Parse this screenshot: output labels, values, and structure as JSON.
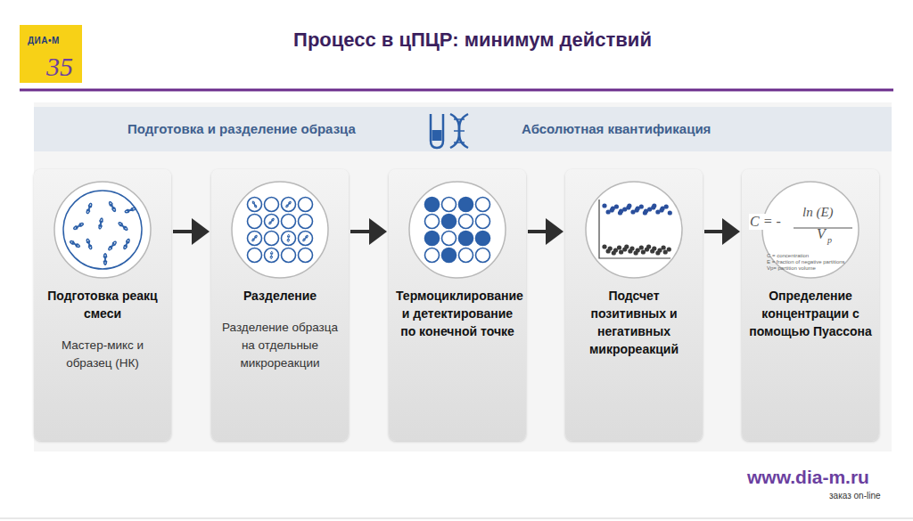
{
  "diagram": {
    "title": "Процесс в цПЦР: минимум действий",
    "nodes": [
      {
        "text": [
          "Подготовка реакц смеси",
          "Мастер-микс и образец (НК)"
        ]
      },
      {
        "text": [
          "Разделение",
          "Разделение образца на отдельные микрореакции"
        ]
      },
      {
        "text": [
          "Термоциклирование и детектирование по конечной точке"
        ]
      },
      {
        "text": [
          "Подсчет позитивных и негативных микрореакций"
        ]
      },
      {
        "text": [
          "Определение концентрации с помощью Пуассона"
        ]
      }
    ],
    "edges": [
      {
        "from": 0,
        "to": 1,
        "arrow": "to"
      },
      {
        "from": 1,
        "to": 2,
        "arrow": "to"
      },
      {
        "from": 2,
        "to": 3,
        "arrow": "to"
      },
      {
        "from": 3,
        "to": 4,
        "arrow": "to"
      }
    ],
    "labels": [
      "ДИА•М",
      "35",
      "Подготовка и разделение образца",
      "Абсолютная квантификация",
      "C = -",
      "ln (E)",
      "V",
      "p",
      "C = concentration",
      "E = fraction of negative partitions",
      "Vp= partition volume",
      "www.dia-m.ru",
      "заказ on-line"
    ]
  }
}
